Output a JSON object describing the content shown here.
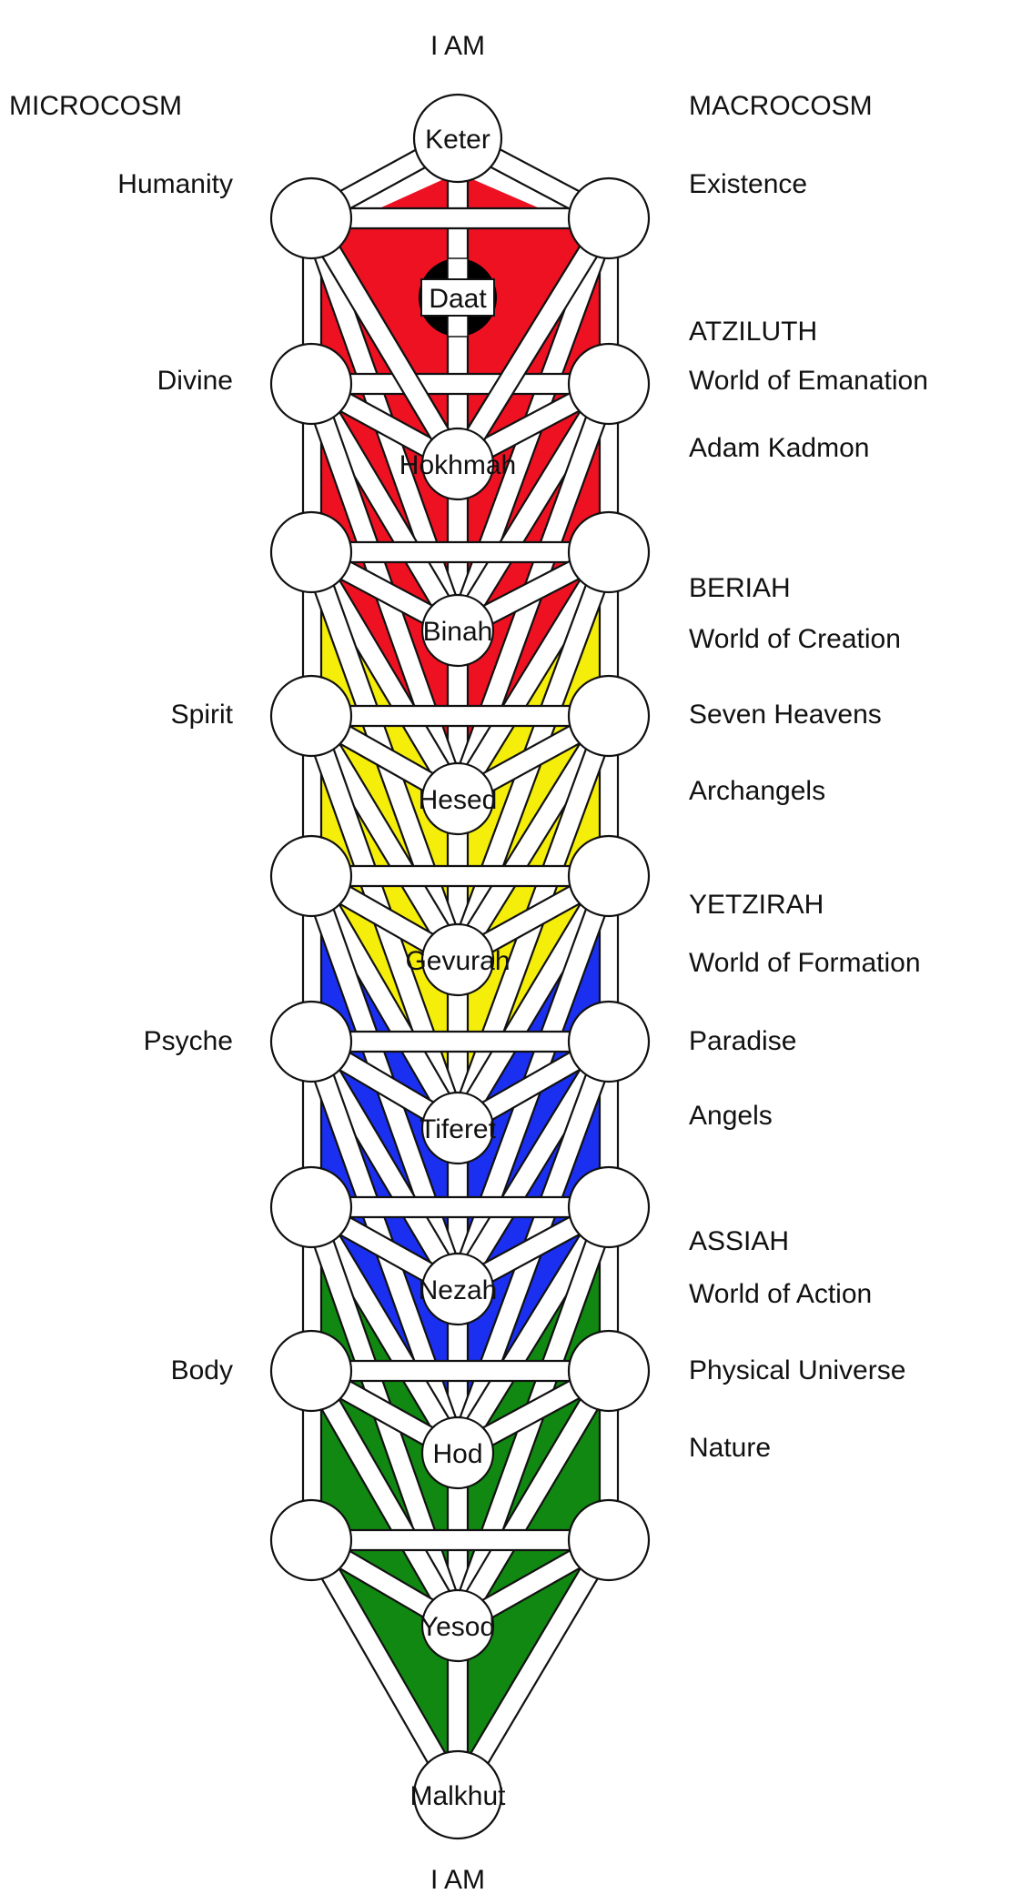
{
  "title_top": "I AM",
  "title_bottom": "I AM",
  "microcosm": {
    "heading": "MICROCOSM",
    "labels": [
      "Humanity",
      "Divine",
      "Spirit",
      "Psyche",
      "Body"
    ]
  },
  "macrocosm": {
    "heading": "MACROCOSM",
    "existence": "Existence",
    "worlds": [
      {
        "name": "ATZILUTH",
        "subtitle": "World of Emanation",
        "items": [
          "Adam Kadmon"
        ]
      },
      {
        "name": "BERIAH",
        "subtitle": "World of Creation",
        "items": [
          "Seven Heavens",
          "Archangels"
        ]
      },
      {
        "name": "YETZIRAH",
        "subtitle": "World of Formation",
        "items": [
          "Paradise",
          "Angels"
        ]
      },
      {
        "name": "ASSIAH",
        "subtitle": "World of Action",
        "items": [
          "Physical Universe",
          "Nature"
        ]
      }
    ]
  },
  "sephirot": [
    "Keter",
    "Daat",
    "Hokhmah",
    "Binah",
    "Hesed",
    "Gevurah",
    "Tiferet",
    "Nezah",
    "Hod",
    "Yesod",
    "Malkhut"
  ],
  "colors": {
    "atziluth": "#ee1122",
    "beriah": "#f5ee0a",
    "yetzirah": "#1a2ff0",
    "assiah": "#118811",
    "path": "#ffffff",
    "outline": "#111111",
    "daat": "#000000"
  }
}
